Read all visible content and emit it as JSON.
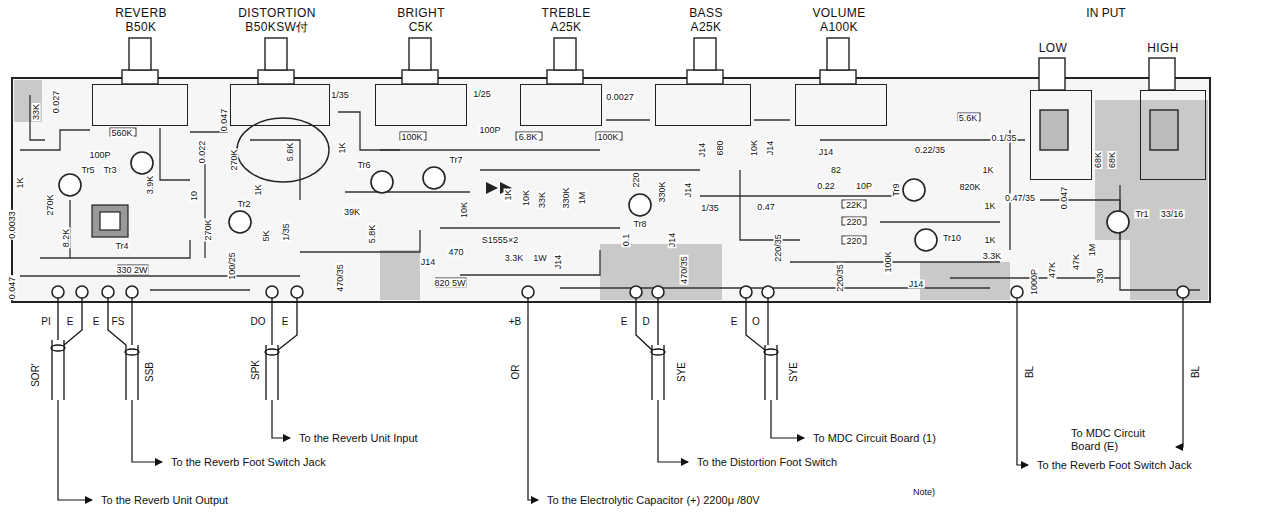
{
  "diagram": {
    "nodes": [
      {
        "text": [
          "REVERB",
          "B50K"
        ]
      },
      {
        "text": [
          "DISTORTION",
          "B50KSW付"
        ]
      },
      {
        "text": [
          "BRIGHT",
          "C5K"
        ]
      },
      {
        "text": [
          "TREBLE",
          "A25K"
        ]
      },
      {
        "text": [
          "BASS",
          "A25K"
        ]
      },
      {
        "text": [
          "VOLUME",
          "A100K"
        ]
      },
      {
        "text": [
          "LOW"
        ]
      },
      {
        "text": [
          "HIGH"
        ]
      }
    ],
    "labels": [
      "IN PUT",
      "0.027",
      "33K",
      "560K",
      "100P",
      "Tr5",
      "Tr3",
      "1K",
      "270K",
      "8.2K",
      "0.0033",
      "3.9K",
      "Tr4",
      "0.047",
      "330 2W",
      "0.022",
      "0.047",
      "270K",
      "10",
      "270K",
      "Tr2",
      "1K",
      "5K",
      "5.6K",
      "1/35",
      "100/25",
      "470/35",
      "1/35",
      "1K",
      "Tr6",
      "39K",
      "5.8K",
      "Tr7",
      "100K",
      "1/25",
      "100P",
      "10K",
      "1K",
      "6.8K",
      "100K",
      "10K",
      "33K",
      "330K",
      "1M",
      "S1555×2",
      "470",
      "J14",
      "820 5W",
      "3.3K",
      "1W",
      "J14",
      "220",
      "Tr8",
      "330K",
      "0.1",
      "J14",
      "J14",
      "1/35",
      "470/35",
      "J14",
      "0.0027",
      "680",
      "10K",
      "J14",
      "0.47",
      "0.22",
      "J14",
      "82",
      "10P",
      "5.6K",
      "0.1/35",
      "0.22/35",
      "1K",
      "820K",
      "1K",
      "22K",
      "220",
      "220",
      "Tr9",
      "Tr10",
      "1K",
      "3.3K",
      "100K",
      "J14",
      "220/35",
      "220/35",
      "0.47/35",
      "0.047",
      "68K",
      "68K",
      "1M",
      "47K",
      "47K",
      "1000P",
      "330",
      "Tr1",
      "33/16",
      "PI",
      "E",
      "E",
      "FS",
      "DO",
      "E",
      "+B",
      "E",
      "D",
      "E",
      "O",
      "SOR'",
      "SSB",
      "SPK",
      "OR",
      "SYE",
      "SYE",
      "BL",
      "BL",
      "To the Reverb Unit Input",
      "To the Reverb Foot Switch Jack",
      "To the Reverb Unit Output",
      "To the Electrolytic Capacitor (+) 2200μ /80V",
      "To MDC Circuit Board (1)",
      "To the Distortion Foot Switch",
      "To MDC Circuit Board (E)",
      "To the Reverb Foot Switch Jack",
      "Note)"
    ]
  }
}
